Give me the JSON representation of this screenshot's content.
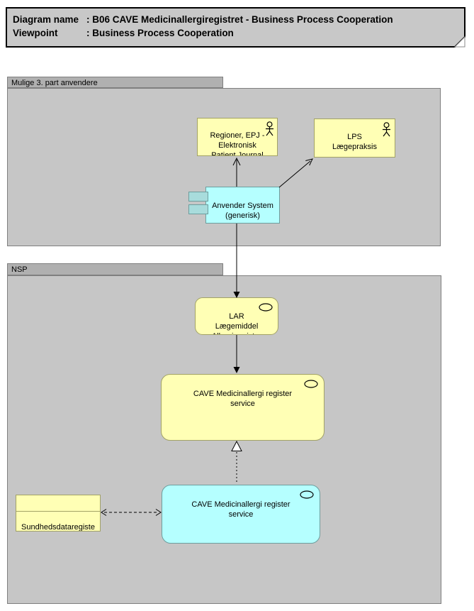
{
  "title_box": {
    "rows": [
      {
        "label": "Diagram name",
        "value": ": B06 CAVE Medicinallergiregistret - Business Process Cooperation"
      },
      {
        "label": "Viewpoint",
        "value": ": Business Process Cooperation"
      }
    ]
  },
  "groups": {
    "mulige": {
      "label": "Mulige 3. part anvendere"
    },
    "nsp": {
      "label": "NSP"
    }
  },
  "nodes": {
    "regioner": {
      "label": "Regioner, EPJ -\nElektronisk\nPatient Journal",
      "type": "business-actor"
    },
    "lps": {
      "label": "LPS\nLægepraksis",
      "type": "business-actor"
    },
    "anvender": {
      "label": "Anvender System\n(generisk)",
      "type": "application-component"
    },
    "lar": {
      "label": "LAR\nLægemiddel\nAllergi register",
      "type": "application-service"
    },
    "cave_service": {
      "label": "CAVE Medicinallergi register\nservice",
      "type": "application-service"
    },
    "cave_service_impl": {
      "label": "CAVE Medicinallergi register\nservice",
      "type": "application-service"
    },
    "sundhedsregister": {
      "label": "Sundhedsdataregiste\nr: CAVE\nmedicinallergi",
      "type": "business-object"
    }
  },
  "connectors": [
    {
      "from": "anvender",
      "to": "regioner",
      "style": "solid-open-arrow"
    },
    {
      "from": "anvender",
      "to": "lps",
      "style": "solid-open-arrow"
    },
    {
      "from": "anvender",
      "to": "lar",
      "style": "solid-filled-arrow"
    },
    {
      "from": "lar",
      "to": "cave_service",
      "style": "solid-filled-arrow"
    },
    {
      "from": "cave_service_impl",
      "to": "cave_service",
      "style": "dotted-hollow-triangle"
    },
    {
      "from": "sundhedsregister",
      "to": "cave_service_impl",
      "style": "dashed-double-open-arrow"
    }
  ],
  "colors": {
    "group_body": "#c6c6c6",
    "group_tab": "#b0b0b0",
    "group_border": "#7f7f7f",
    "title_fill": "#c8c8c8",
    "title_border": "#000000",
    "yellow_fill": "#ffffb5",
    "yellow_border": "#a2a266",
    "cyan_fill": "#b5ffff",
    "cyan_border": "#6d9e9e",
    "cyan_tab_fill": "#a8dcdc",
    "connector": "#000000"
  }
}
